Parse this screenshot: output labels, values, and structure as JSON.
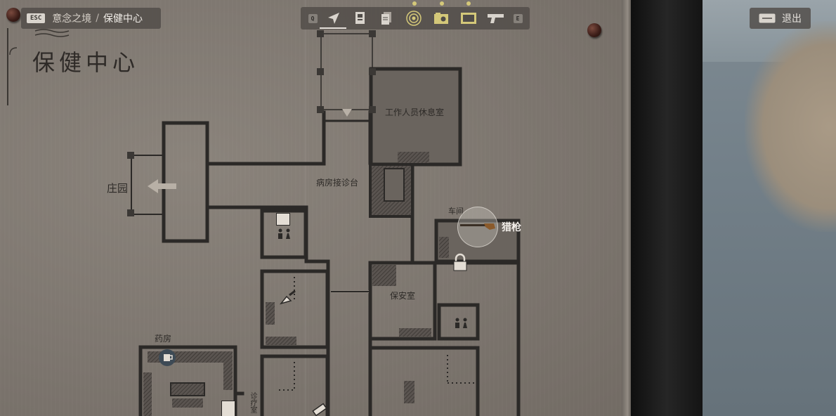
{
  "hud": {
    "esc_key": "ESC",
    "breadcrumb_parent": "意念之境",
    "breadcrumb_separator": "/",
    "breadcrumb_current": "保健中心",
    "prev_key": "Q",
    "next_key": "E",
    "exit_label": "退出",
    "toolbar_icons": [
      "navigate-icon",
      "note-icon",
      "documents-icon",
      "eye-icon",
      "photo-icon",
      "tape-icon",
      "gun-icon"
    ],
    "notification_dot_color": "#d4c879"
  },
  "map": {
    "title": "保健中心",
    "rooms": {
      "staff_lounge": "工作人员休息室",
      "ward_reception": "病房接诊台",
      "manor": "庄园",
      "workshop": "车间",
      "security": "保安室",
      "pharmacy": "药房",
      "side_room": "诊疗室"
    },
    "item_label": "猎枪",
    "colors": {
      "wall": "#2b2927",
      "paper": "#827b74",
      "room_fill": "#6a645e",
      "highlight": "#f2eee9"
    }
  }
}
